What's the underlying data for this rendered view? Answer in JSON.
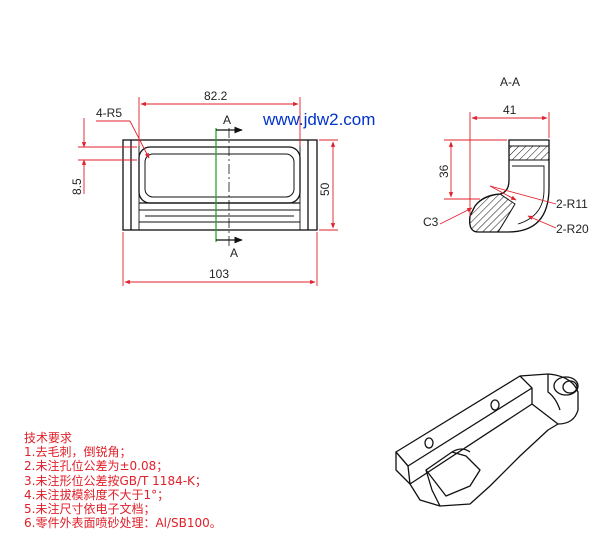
{
  "watermark": "www.jdw2.com",
  "front_view": {
    "dim_top": "82.2",
    "dim_corner": "4-R5",
    "dim_left": "8.5",
    "dim_right": "50",
    "dim_bottom": "103",
    "section_mark": "A"
  },
  "section_view": {
    "title": "A-A",
    "dim_width": "41",
    "dim_height": "36",
    "dim_chamfer": "C3",
    "dim_r11": "2-R11",
    "dim_r20": "2-R20"
  },
  "notes": {
    "title": "技术要求",
    "items": [
      "1.去毛刺，倒锐角；",
      "2.未注孔位公差为±0.08；",
      "3.未注形位公差按GB/T 1184-K；",
      "4.未注拔模斜度不大于1°；",
      "5.未注尺寸依电子文档；",
      "6.零件外表面喷砂处理：Al/SB100。"
    ]
  },
  "colors": {
    "outline": "#111111",
    "dimension": "#e0202a",
    "watermark": "#0033cc",
    "section_line": "#22aa22",
    "notes": "#e0202a"
  }
}
